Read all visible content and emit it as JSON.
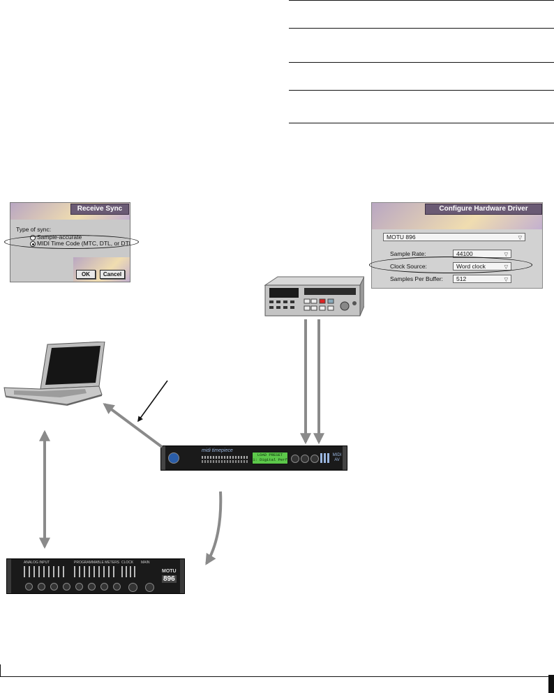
{
  "receive_sync": {
    "title": "Receive Sync",
    "type_label": "Type of sync:",
    "option_sample": "Sample-accurate",
    "option_mtc": "MIDI Time Code (MTC, DTL, or DTLe)",
    "ok_label": "OK",
    "cancel_label": "Cancel"
  },
  "hw_driver": {
    "title": "Configure Hardware Driver",
    "device_value": "MOTU 896",
    "sample_rate_label": "Sample Rate:",
    "sample_rate_value": "44100",
    "clock_source_label": "Clock Source:",
    "clock_source_value": "Word clock",
    "buffer_label": "Samples Per Buffer:",
    "buffer_value": "512"
  },
  "midi_interface": {
    "brand": "midi timepiece",
    "display": "LOAD PRESET",
    "display_line2": "1: Digital Perf",
    "badge": "MIDI AV"
  },
  "audio_interface": {
    "brand": "MOTU",
    "model": "896",
    "section1": "ANALOG INPUT",
    "section2": "PROGRAMMABLE METERS",
    "section3": "CLOCK",
    "section4": "MAIN"
  },
  "colors": {
    "arrow": "#8a8a8a",
    "pointer": "#111111",
    "dialog_bg": "#c9c9c9",
    "title_bg": "#6a5a74",
    "lcd": "#5cc84a"
  },
  "icons": {
    "laptop": "laptop-icon",
    "vtr": "video-deck-icon",
    "midi_interface": "midi-interface-icon",
    "audio_interface": "audio-interface-icon"
  }
}
